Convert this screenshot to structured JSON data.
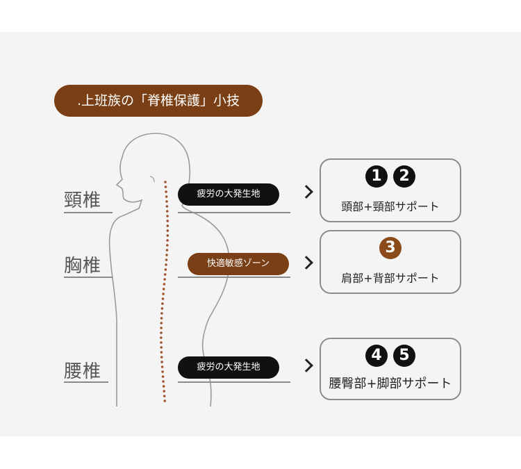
{
  "title": ".上班族の「脊椎保護」小技",
  "regions": [
    {
      "label": "頸椎",
      "tag": "疲労の大発生地",
      "tag_style": "dark",
      "numbers": [
        "1",
        "2"
      ],
      "number_style": "black",
      "support": "頭部+頸部サポート"
    },
    {
      "label": "胸椎",
      "tag": "快適敏感ゾーン",
      "tag_style": "brown",
      "numbers": [
        "3"
      ],
      "number_style": "brown",
      "support": "肩部+背部サポート"
    },
    {
      "label": "腰椎",
      "tag": "疲労の大発生地",
      "tag_style": "dark",
      "numbers": [
        "4",
        "5"
      ],
      "number_style": "black",
      "support": "腰臀部+脚部サポート"
    }
  ],
  "colors": {
    "accent": "#7b3f16",
    "dark": "#111111",
    "spine_dots": "#a0522d",
    "outline": "#9a9a9a"
  }
}
